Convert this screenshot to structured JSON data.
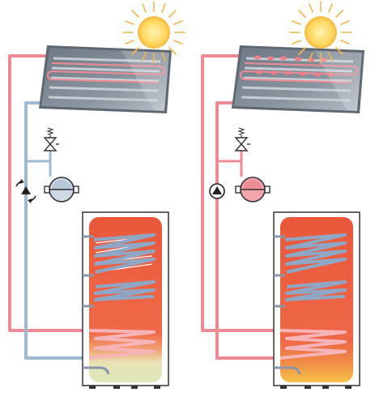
{
  "diagram": {
    "description_text": "",
    "panels": [
      {
        "id": "left",
        "state": "collector heating, pump off",
        "heat_dots": false
      },
      {
        "id": "right",
        "state": "collector heating, pump running",
        "heat_dots": true
      }
    ],
    "colors": {
      "hot_pipe": "#ee8a93",
      "cold_pipe": "#9fb8d3",
      "tank_fill_top": "#e9573a",
      "tank_fill_mid": "#ee6f4e",
      "tank_bottom_left": "#e7ecc4",
      "tank_bottom_right": "#f3b24a",
      "collector_glass": "#7d8791",
      "sun_core": "#ffd966",
      "sun_rays": "#f2b64d",
      "pump_idle": "#cfd9e6",
      "pump_active": "#f2a6ac"
    },
    "icons": [
      "sun-icon",
      "solar-collector-icon",
      "safety-valve-icon",
      "pump-icon",
      "circulation-arrows-icon",
      "storage-tank-icon"
    ]
  }
}
